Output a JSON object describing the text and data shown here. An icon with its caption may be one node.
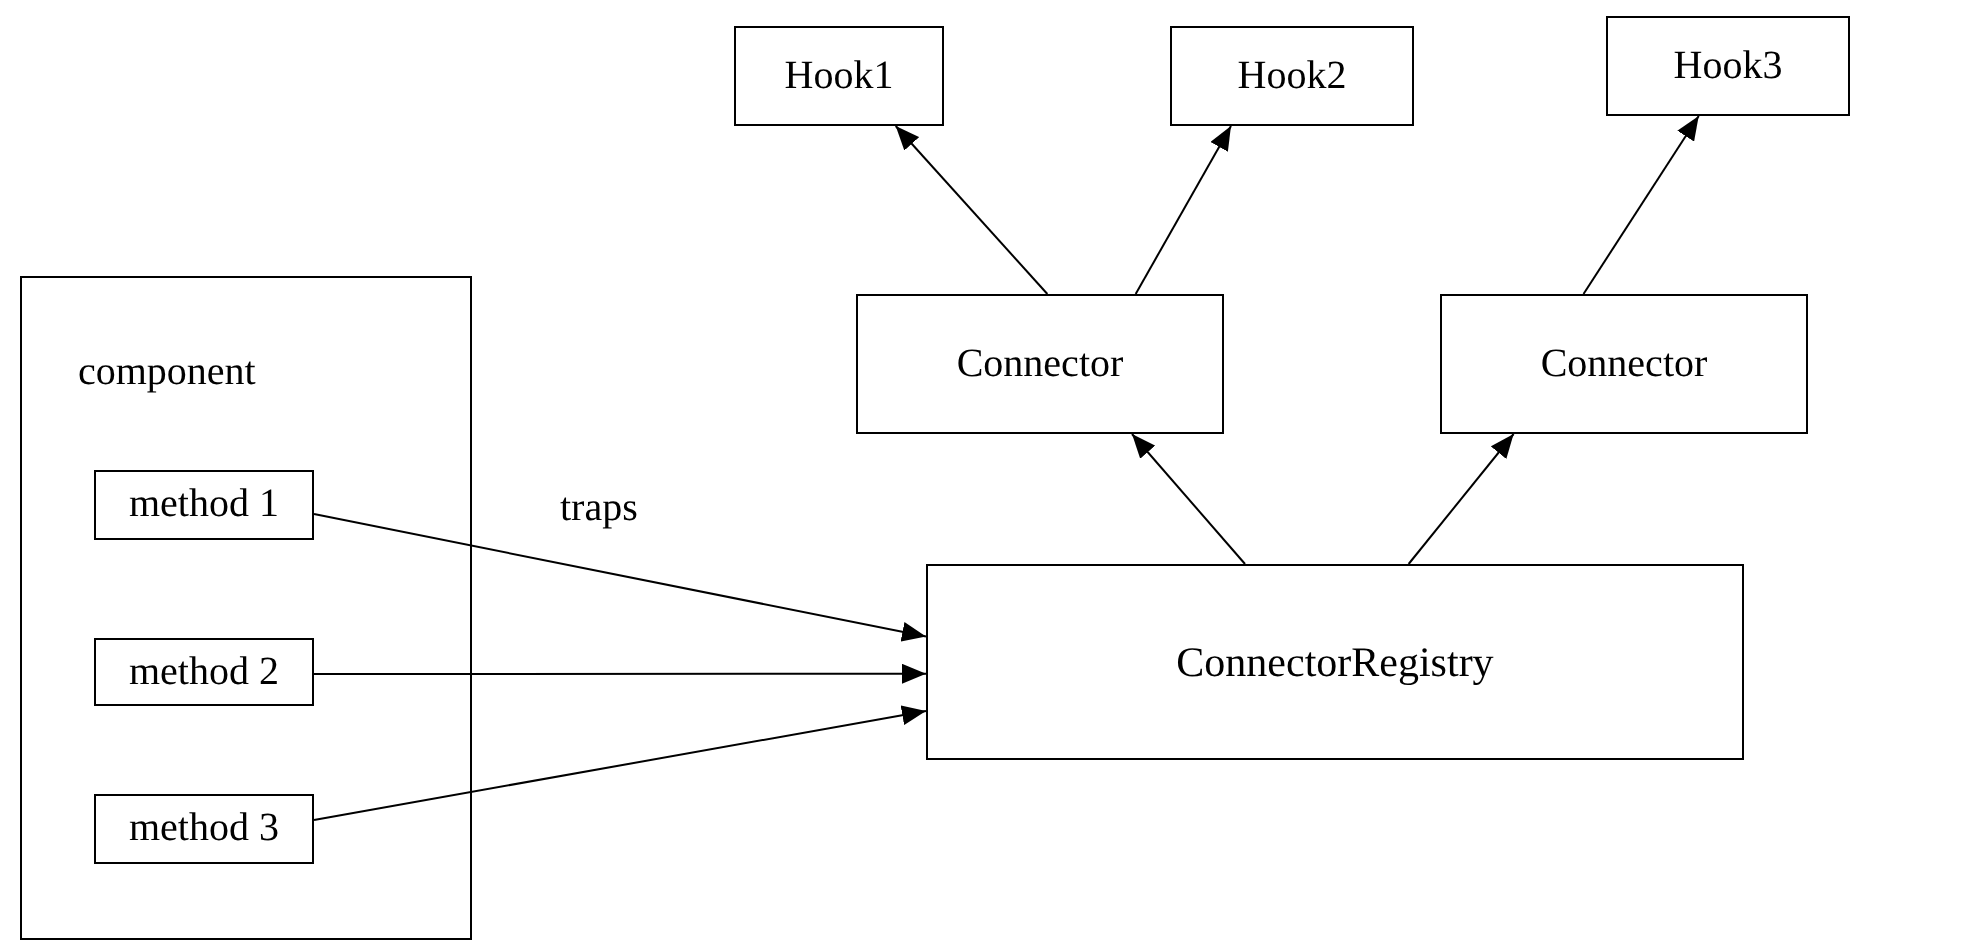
{
  "diagram": {
    "nodes": [
      {
        "text": [
          "component"
        ]
      },
      {
        "text": [
          "method 1"
        ],
        "in": 0
      },
      {
        "text": [
          "method 2"
        ],
        "in": 0
      },
      {
        "text": [
          "method 3"
        ],
        "in": 0
      },
      {
        "text": [
          "ConnectorRegistry"
        ]
      },
      {
        "text": [
          "Connector"
        ]
      },
      {
        "text": [
          "Connector"
        ]
      },
      {
        "text": [
          "Hook1"
        ]
      },
      {
        "text": [
          "Hook2"
        ]
      },
      {
        "text": [
          "Hook3"
        ]
      }
    ],
    "edges": [
      {
        "from": 1,
        "to": 4,
        "arrow": "to",
        "label": "traps"
      },
      {
        "from": 2,
        "to": 4,
        "arrow": "to"
      },
      {
        "from": 3,
        "to": 4,
        "arrow": "to"
      },
      {
        "from": 4,
        "to": 5,
        "arrow": "to"
      },
      {
        "from": 4,
        "to": 6,
        "arrow": "to"
      },
      {
        "from": 5,
        "to": 7,
        "arrow": "to"
      },
      {
        "from": 5,
        "to": 8,
        "arrow": "to"
      },
      {
        "from": 6,
        "to": 9,
        "arrow": "to"
      }
    ]
  }
}
